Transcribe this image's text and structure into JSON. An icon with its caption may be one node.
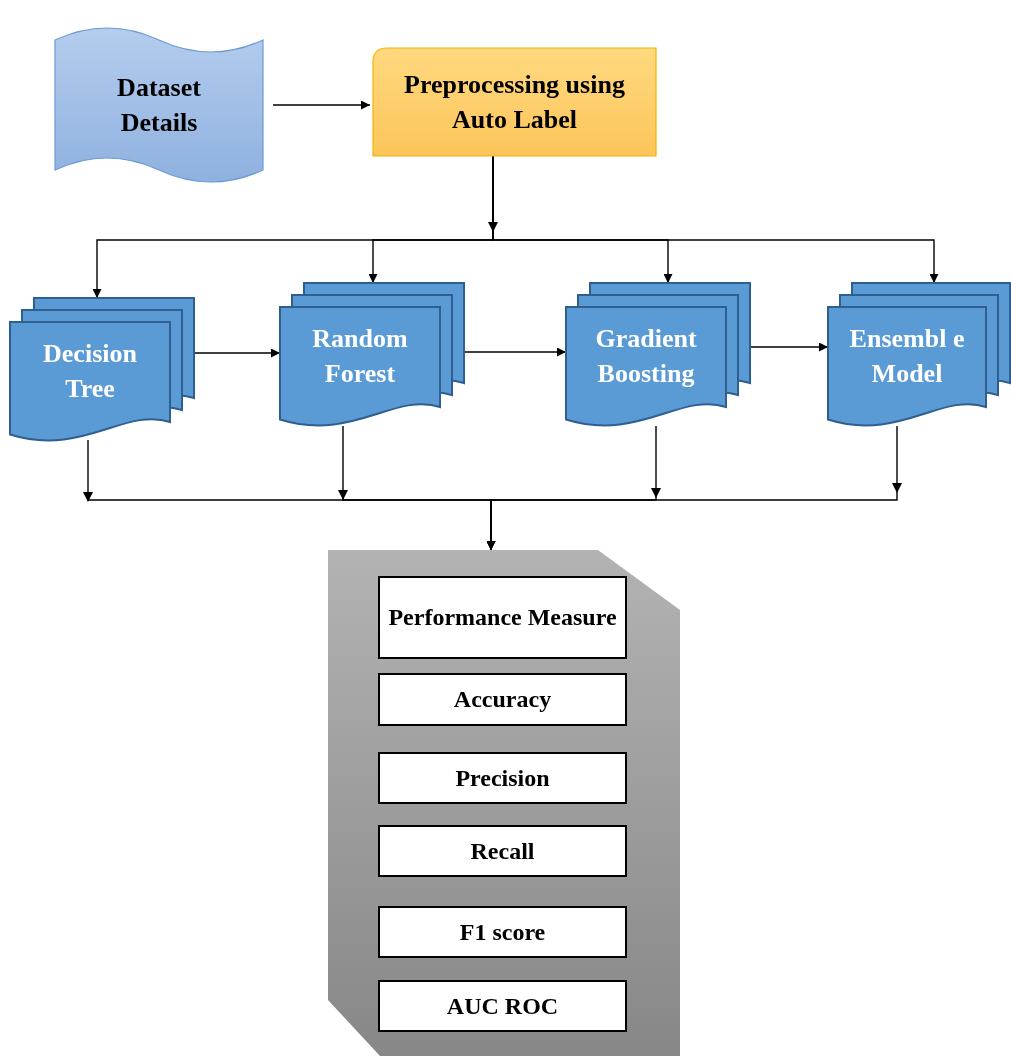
{
  "diagram": {
    "nodes": [
      {
        "text": [
          "Dataset Details"
        ]
      },
      {
        "text": [
          "Preprocessing using Auto Label"
        ]
      },
      {
        "text": [
          "Decision Tree"
        ]
      },
      {
        "text": [
          "Random Forest"
        ]
      },
      {
        "text": [
          "Gradient Boosting"
        ]
      },
      {
        "text": [
          "Ensembl e Model"
        ]
      },
      {
        "text": [],
        "shape": "box"
      },
      {
        "text": [
          "Performance Measure"
        ],
        "in": 6
      },
      {
        "text": [
          "Accuracy"
        ],
        "in": 6
      },
      {
        "text": [
          "Precision"
        ],
        "in": 6
      },
      {
        "text": [
          "Recall"
        ],
        "in": 6
      },
      {
        "text": [
          "F1 score"
        ],
        "in": 6
      },
      {
        "text": [
          "AUC ROC"
        ],
        "in": 6
      }
    ],
    "edges": [
      {
        "from": 0,
        "to": 1,
        "arrow": "to"
      },
      {
        "from": 1,
        "to": 2,
        "arrow": "to"
      },
      {
        "from": 1,
        "to": 3,
        "arrow": "to"
      },
      {
        "from": 1,
        "to": 4,
        "arrow": "to"
      },
      {
        "from": 1,
        "to": 5,
        "arrow": "to"
      },
      {
        "from": 2,
        "to": 3,
        "arrow": "to"
      },
      {
        "from": 3,
        "to": 4,
        "arrow": "to"
      },
      {
        "from": 4,
        "to": 5,
        "arrow": "to"
      },
      {
        "from": 2,
        "to": 6,
        "arrow": "to"
      },
      {
        "from": 3,
        "to": 6,
        "arrow": "to"
      },
      {
        "from": 4,
        "to": 6,
        "arrow": "to"
      },
      {
        "from": 5,
        "to": 6,
        "arrow": "to"
      }
    ]
  }
}
